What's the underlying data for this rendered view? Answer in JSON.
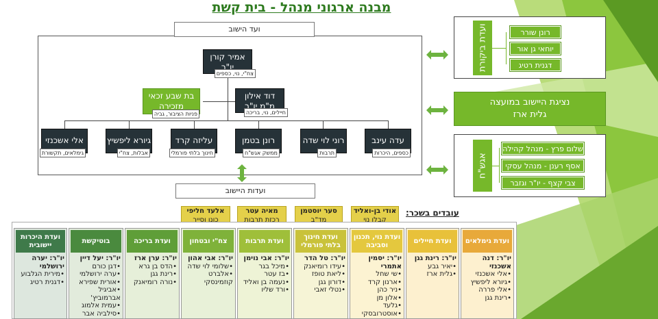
{
  "title": "מבנה ארגוני מנהל - בית קשת",
  "settlement_committee": {
    "label": "ועד הישוב",
    "chair": {
      "name": "אמיר קורן",
      "role": "יו\"ר",
      "tag": "צח\"י, נוי, כספים"
    },
    "deputy": {
      "name": "דוד אילון",
      "role": "מ\"מ יו\"ר",
      "tag": "חיילים, נוי, בריכה"
    },
    "secretary": {
      "name": "בת שבע זכאי",
      "role": "מזכירה",
      "tag": "פניות הציבור, גביה"
    },
    "members": [
      {
        "name": "עדה עינב",
        "tag": "כספים, היכרות"
      },
      {
        "name": "רוני לוי שדה",
        "tag": "תרבות"
      },
      {
        "name": "רונן בטמן",
        "tag": "ממשק אגש\"ח"
      },
      {
        "name": "עליזה קרד",
        "tag": "חינוך בלתי פורמלי"
      },
      {
        "name": "גיורא ליפשיץ",
        "tag": "אבלות, צח\"י"
      },
      {
        "name": "אלי אשכנזי",
        "tag": "גימלאים, תקשורת"
      }
    ]
  },
  "committees_label": "ועדות היישוב",
  "audit": {
    "label": "ועדת ביקורת",
    "members": [
      "רונן שורר",
      "יוחאי גן אור",
      "דגנית רטיג"
    ]
  },
  "council_rep": {
    "line1": "נציגת היישוב במועצה",
    "line2": "גלית ארז"
  },
  "agsh": {
    "label": "אגש\"ח",
    "members": [
      "שלום פרץ - מנהל קהילה",
      "אסף רענן  - מנהל עסקי",
      "צבי קצף - יו\"ר וגזבר"
    ]
  },
  "staff_label": "עובדים בשכר:",
  "staff": [
    {
      "name": "אודי בן-ואליד",
      "role": "קבלן נוי"
    },
    {
      "name": "סער יוסטמן",
      "role": "מד\"ב"
    },
    {
      "name": "מאיה עטר",
      "role": "רכזת תרבות"
    },
    {
      "name": "אלעד חליפי",
      "role": "כונן וסייר"
    }
  ],
  "committees": [
    {
      "title": "ועדת גימלאים",
      "chair": "יו\"ר: דנה אשכנזי",
      "members": [
        "אלי אשכנזי",
        "גיורא ליפשיץ",
        "אלי פררה",
        "רינת גגן"
      ]
    },
    {
      "title": "ועדת חיילים",
      "chair": "יו\"ר: רינת גגן",
      "members": [
        "יאיר גבע",
        "גלית ארז"
      ]
    },
    {
      "title": "ועדת נוי, תכנון וסביבה",
      "chair": "יו\"ר: יסמין אתמרי",
      "members": [
        "שי שחל",
        "ארנון קרד",
        "ניר כהן",
        "אלון מן",
        "גלעד",
        "אוסטרובסקי"
      ]
    },
    {
      "title": "ועדת חינוך בלתי פורמלי",
      "chair": "יו\"ר: טל הדר",
      "members": [
        "עידו רומיאנק",
        "ליאת טופז",
        "דורון גגן",
        "נטלי זאבי"
      ]
    },
    {
      "title": "ועדת תרבות",
      "chair": "יו\"ר: אבי נוימן",
      "members": [
        "מיכל בגר",
        "בז עטר",
        "נעמה בן ואליד",
        "ורד שליו"
      ]
    },
    {
      "title": "צח\"י ובטחון",
      "chair": "יו\"ר: אבי אהון",
      "members": [
        "שלומי לוי שדה",
        "אלברט קוזמינסקי"
      ]
    },
    {
      "title": "ועדת בריכה",
      "chair": "יו\"ר: ערן ארז",
      "members": [
        "הדס בן גרא",
        "רינת גגן",
        "נורה רומיאנק"
      ]
    },
    {
      "title": "בוטיקשת",
      "chair": "יו\"ר: יעל דיין",
      "members": [
        "דגן כורם",
        "ערה ירושלמי",
        "אורית שפירא",
        "אביגיל אברמוביץ'",
        "עמית אלמוג",
        "סילביה אבר"
      ]
    },
    {
      "title": "ועדת היכרות יישובית",
      "chair": "יו\"ר: יערה ירושלמי",
      "members": [
        "מירית הגלבוע",
        "דגנית רטיג"
      ]
    }
  ],
  "colors": {
    "accent_green": "#76b82a",
    "dark_box": "#263238",
    "staff_yellow": "#e4d04a",
    "title_green": "#2d7a1e"
  }
}
